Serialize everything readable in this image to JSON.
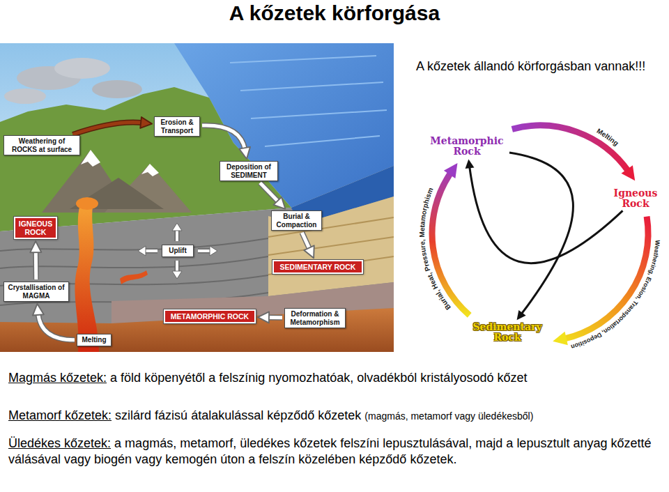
{
  "diagram": {
    "title": "A kőzetek körforgása",
    "nodes": [
      {
        "text": [
          "Weathering of ROCKS at surface"
        ]
      },
      {
        "text": [
          "Erosion & Transport"
        ]
      },
      {
        "text": [
          "Deposition of SEDIMENT"
        ]
      },
      {
        "text": [
          "Burial & Compaction"
        ]
      },
      {
        "text": [
          "IGNEOUS ROCK"
        ]
      },
      {
        "text": [
          "Uplift"
        ]
      },
      {
        "text": [
          "SEDIMENTARY ROCK"
        ]
      },
      {
        "text": [
          "Crystallisation of MAGMA"
        ]
      },
      {
        "text": [
          "Deformation & Metamorphism"
        ]
      },
      {
        "text": [
          "METAMORPHIC ROCK"
        ]
      },
      {
        "text": [
          "Melting"
        ]
      },
      {
        "text": [
          "Metamorphic Rock"
        ]
      },
      {
        "text": [
          "Igneous Rock"
        ]
      },
      {
        "text": [
          "Sedimentary Rock"
        ]
      }
    ],
    "edges": [
      {
        "from": 0,
        "to": 1,
        "arrow": "to"
      },
      {
        "from": 1,
        "to": 2,
        "arrow": "to"
      },
      {
        "from": 2,
        "to": 3,
        "arrow": "to"
      },
      {
        "from": 3,
        "to": 6,
        "arrow": "to"
      },
      {
        "from": 8,
        "to": 9,
        "arrow": "to"
      },
      {
        "from": 10,
        "to": 7,
        "arrow": "to"
      },
      {
        "from": 7,
        "to": 4,
        "arrow": "to"
      },
      {
        "from": 11,
        "to": 12,
        "label": "Melting",
        "arrow": "to"
      },
      {
        "from": 12,
        "to": 13,
        "label": "Weathering, Erosion, Transportation, Deposition",
        "arrow": "to"
      },
      {
        "from": 13,
        "to": 11,
        "label": "Burial, Heat, Pressure, Metamorphism",
        "arrow": "to"
      },
      {
        "from": 12,
        "to": 11,
        "arrow": "to"
      },
      {
        "from": 11,
        "to": 13,
        "arrow": "to"
      }
    ],
    "labels": [
      "A kőzetek állandó körforgásban vannak!!!",
      "Magmás kőzetek:",
      "a föld köpenyétől a felszínig nyomozhatóak, olvadékból kristályosodó kőzet",
      "Metamorf kőzetek:",
      "szilárd fázisú átalakulással képződő kőzetek",
      "(magmás, metamorf vagy üledékesből)",
      "Üledékes kőzetek:",
      "a magmás, metamorf, üledékes kőzetek felszíni lepusztulásával, majd a lepusztult anyag kőzetté válásával vagy biogén vagy kemogén úton a felszín közelében képződő kőzetek."
    ]
  }
}
